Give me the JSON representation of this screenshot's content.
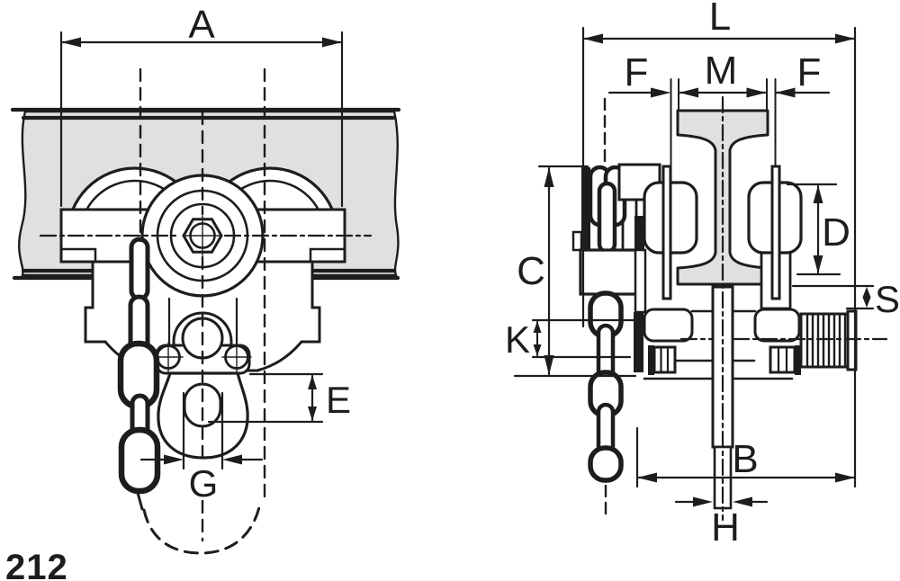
{
  "drawing": {
    "model_number": "212",
    "labels": {
      "A": "A",
      "B": "B",
      "C": "C",
      "D": "D",
      "E": "E",
      "F": "F",
      "G": "G",
      "H": "H",
      "K": "K",
      "L": "L",
      "M": "M",
      "S": "S"
    },
    "colors": {
      "line": "#1d1d1b",
      "beam_fill": "#e0e0e0",
      "background": "#ffffff"
    }
  }
}
